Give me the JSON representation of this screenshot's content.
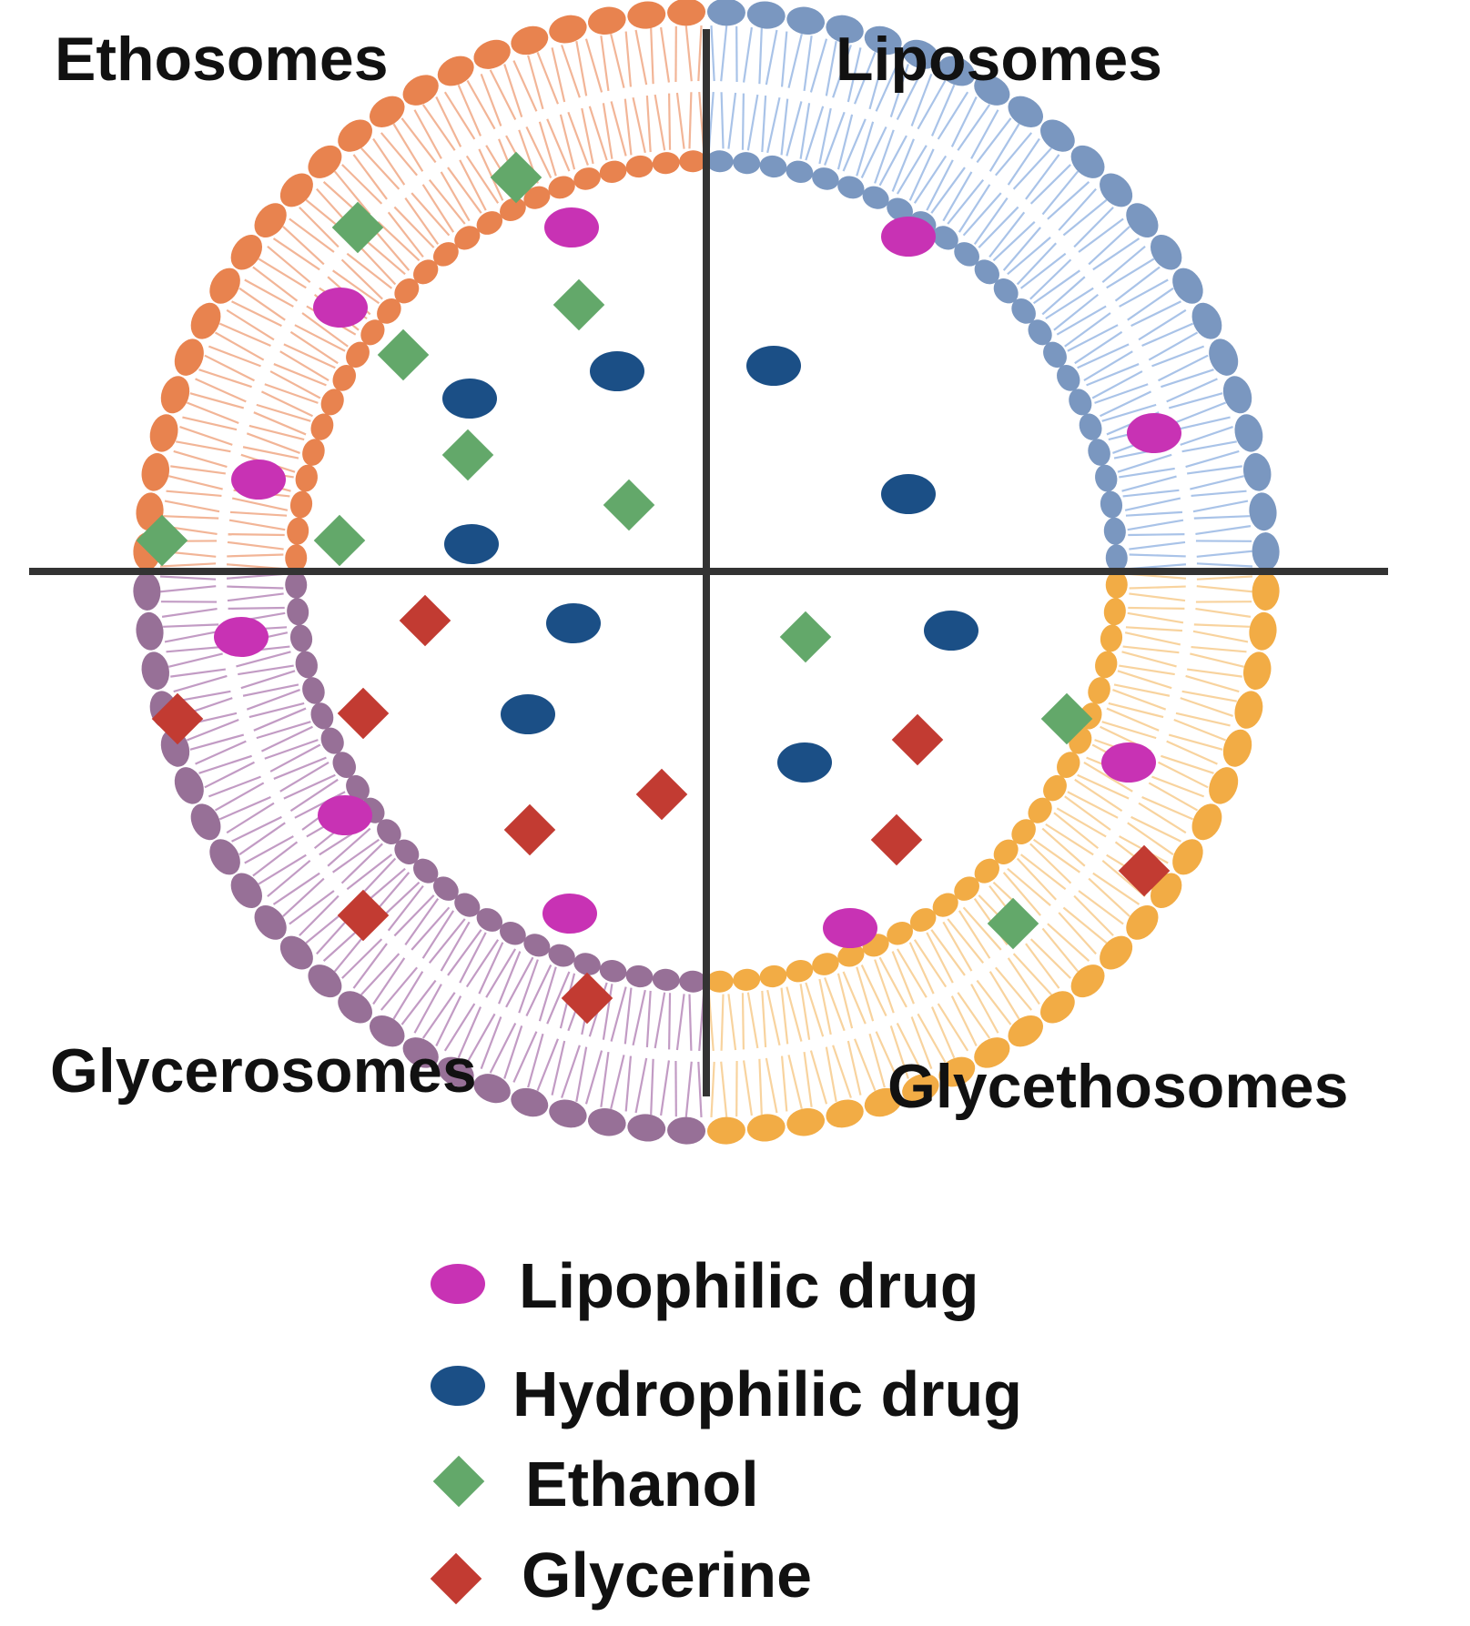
{
  "quadrants": {
    "ethosomes": {
      "label": "Ethosomes",
      "color": "#E8834F",
      "tail_color": "#F2B597"
    },
    "liposomes": {
      "label": "Liposomes",
      "color": "#7A97C0",
      "tail_color": "#A9C3E8"
    },
    "glycerosomes": {
      "label": "Glycerosomes",
      "color": "#977097",
      "tail_color": "#C29BC4"
    },
    "glycethosomes": {
      "label": "Glycethosomes",
      "color": "#F2AC45",
      "tail_color": "#F8D39E"
    }
  },
  "legend": {
    "lipophilic": {
      "label": "Lipophilic drug",
      "color": "#C832B4",
      "shape": "ellipse"
    },
    "hydrophilic": {
      "label": "Hydrophilic drug",
      "color": "#1B4F86",
      "shape": "ellipse"
    },
    "ethanol": {
      "label": "Ethanol",
      "color": "#63A86A",
      "shape": "diamond"
    },
    "glycerine": {
      "label": "Glycerine",
      "color": "#C23B32",
      "shape": "diamond"
    }
  },
  "axis_color": "#333333"
}
